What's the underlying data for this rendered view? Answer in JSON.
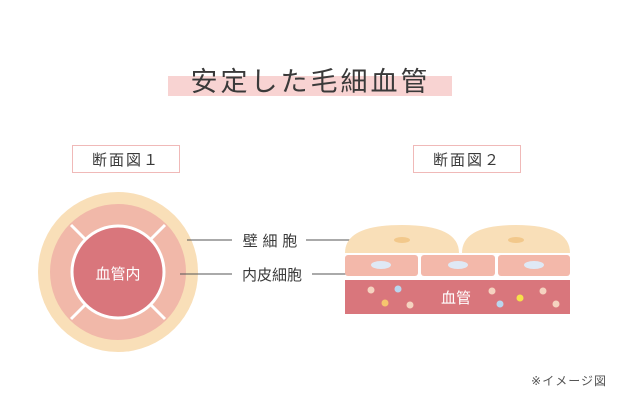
{
  "title": "安定した毛細血管",
  "section1": {
    "label": "断面図１",
    "center_label": "血管内"
  },
  "section2": {
    "label": "断面図２",
    "vessel_label": "血管"
  },
  "labels": {
    "wall_cells": "壁 細 胞",
    "endothelial_cells": "内皮細胞"
  },
  "note": "※イメージ図",
  "colors": {
    "title_highlight": "#f8d3d2",
    "label_border": "#f0b9b8",
    "wall_cell": "#f9dfb8",
    "ring_mid": "#f1b8a9",
    "lumen": "#d9767c",
    "endothelium": "#f3b8aa",
    "vessel_band": "#d9767c"
  }
}
